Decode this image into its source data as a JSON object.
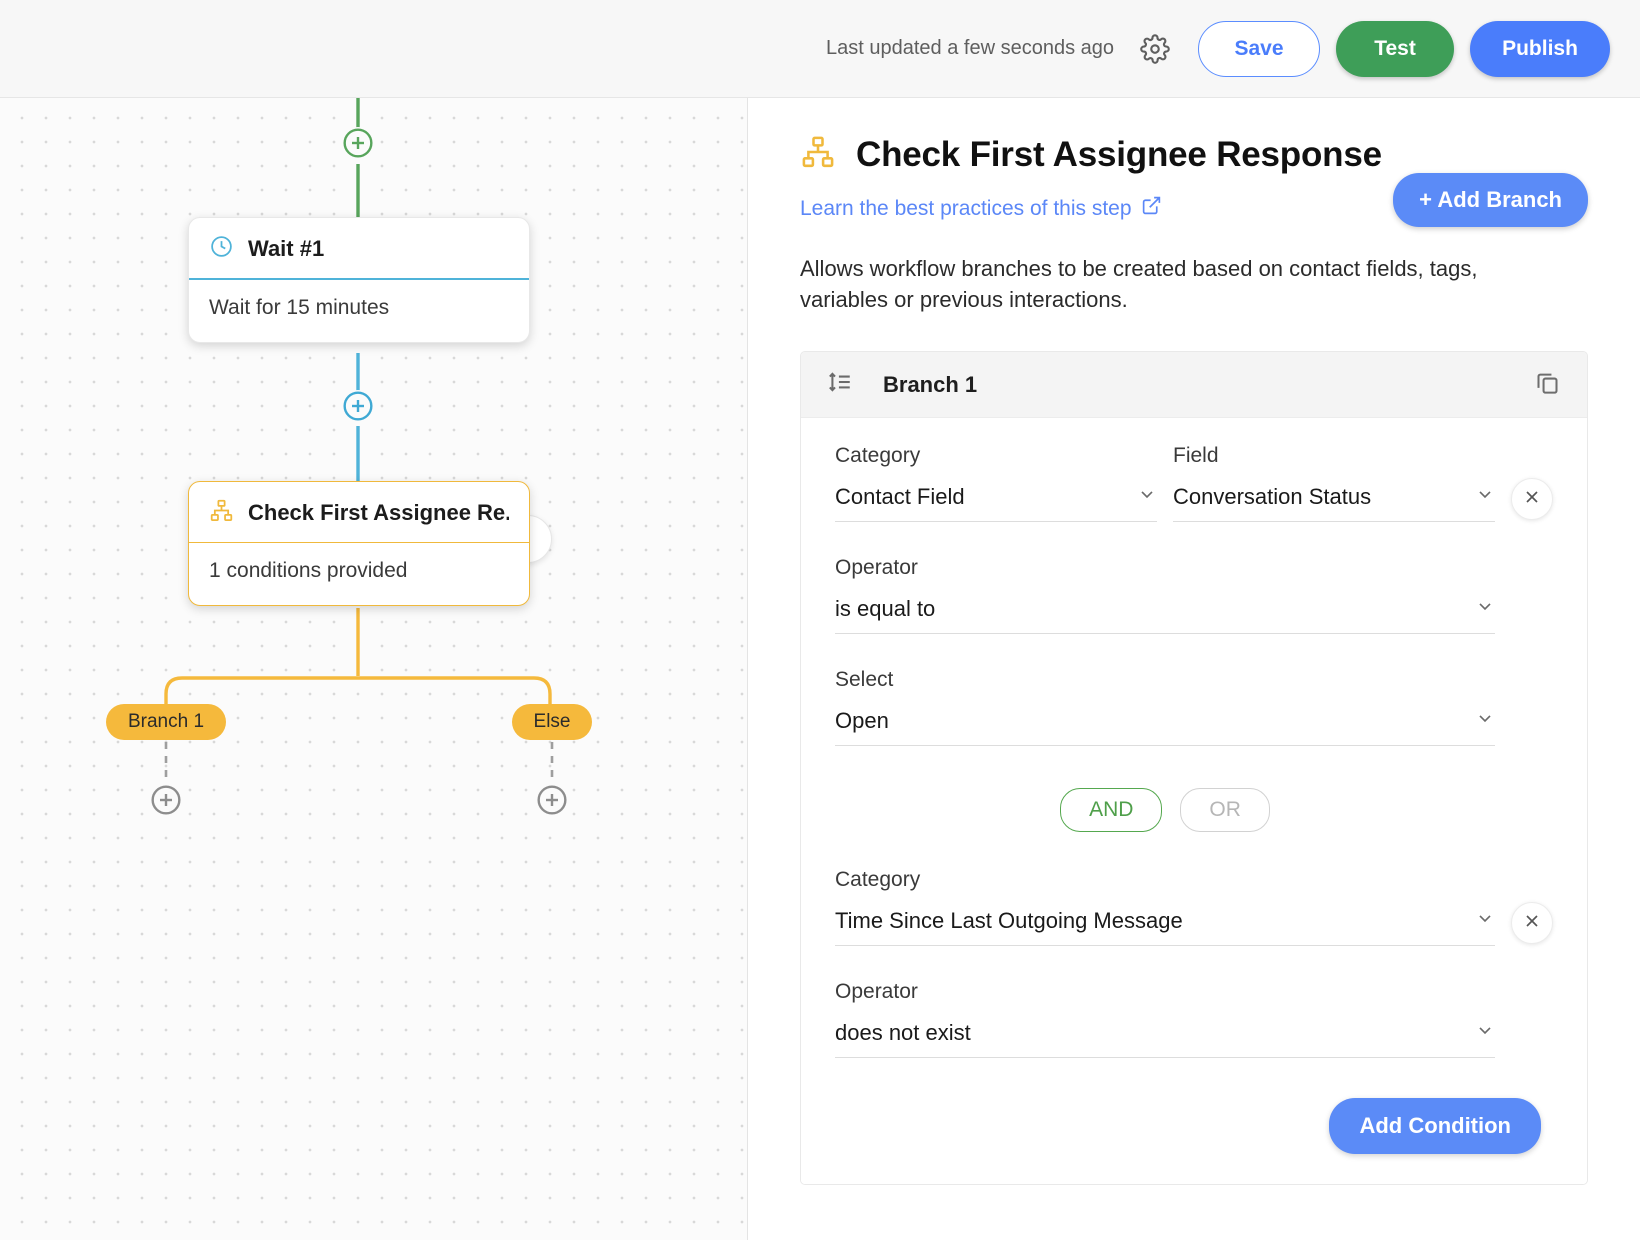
{
  "topbar": {
    "last_updated": "Last updated a few seconds ago",
    "settings_icon": "gear-icon",
    "save_label": "Save",
    "test_label": "Test",
    "publish_label": "Publish",
    "colors": {
      "test": "#3e9e58",
      "publish": "#4a7dfb",
      "save_border": "#5b8dff"
    }
  },
  "canvas": {
    "nodes": [
      {
        "id": "wait-1",
        "title": "Wait #1",
        "body": "Wait for 15 minutes",
        "icon": "clock-icon",
        "accent": "#4fb3d9"
      },
      {
        "id": "check-first-assignee",
        "title": "Check First Assignee Re...",
        "body": "1 conditions provided",
        "icon": "branch-hierarchy-icon",
        "accent": "#f0b93c"
      }
    ],
    "node_toolbar": {
      "copy_icon": "copy-icon",
      "delete_icon": "trash-icon"
    },
    "branch_labels": [
      "Branch 1",
      "Else"
    ],
    "add_step_icons": [
      "plus-circle-green",
      "plus-circle-blue",
      "plus-circle-gray",
      "plus-circle-gray"
    ]
  },
  "panel": {
    "icon": "branch-hierarchy-icon",
    "title": "Check First Assignee Response",
    "learn_link": "Learn the best practices of this step",
    "learn_link_icon": "external-link-icon",
    "add_branch_label": "+ Add Branch",
    "description": "Allows workflow branches to be created based on contact fields, tags, variables or previous interactions.",
    "branch": {
      "reorder_icon": "sort-reorder-icon",
      "name": "Branch 1",
      "duplicate_icon": "copy-icon",
      "conditions": [
        {
          "category_label": "Category",
          "category_value": "Contact Field",
          "field_label": "Field",
          "field_value": "Conversation Status",
          "operator_label": "Operator",
          "operator_value": "is equal to",
          "select_label": "Select",
          "select_value": "Open",
          "remove_icon": "close-icon"
        },
        {
          "category_label": "Category",
          "category_value": "Time Since Last Outgoing Message",
          "operator_label": "Operator",
          "operator_value": "does not exist",
          "remove_icon": "close-icon"
        }
      ],
      "logic": {
        "and_label": "AND",
        "or_label": "OR",
        "selected": "AND"
      },
      "add_condition_label": "Add Condition"
    }
  }
}
